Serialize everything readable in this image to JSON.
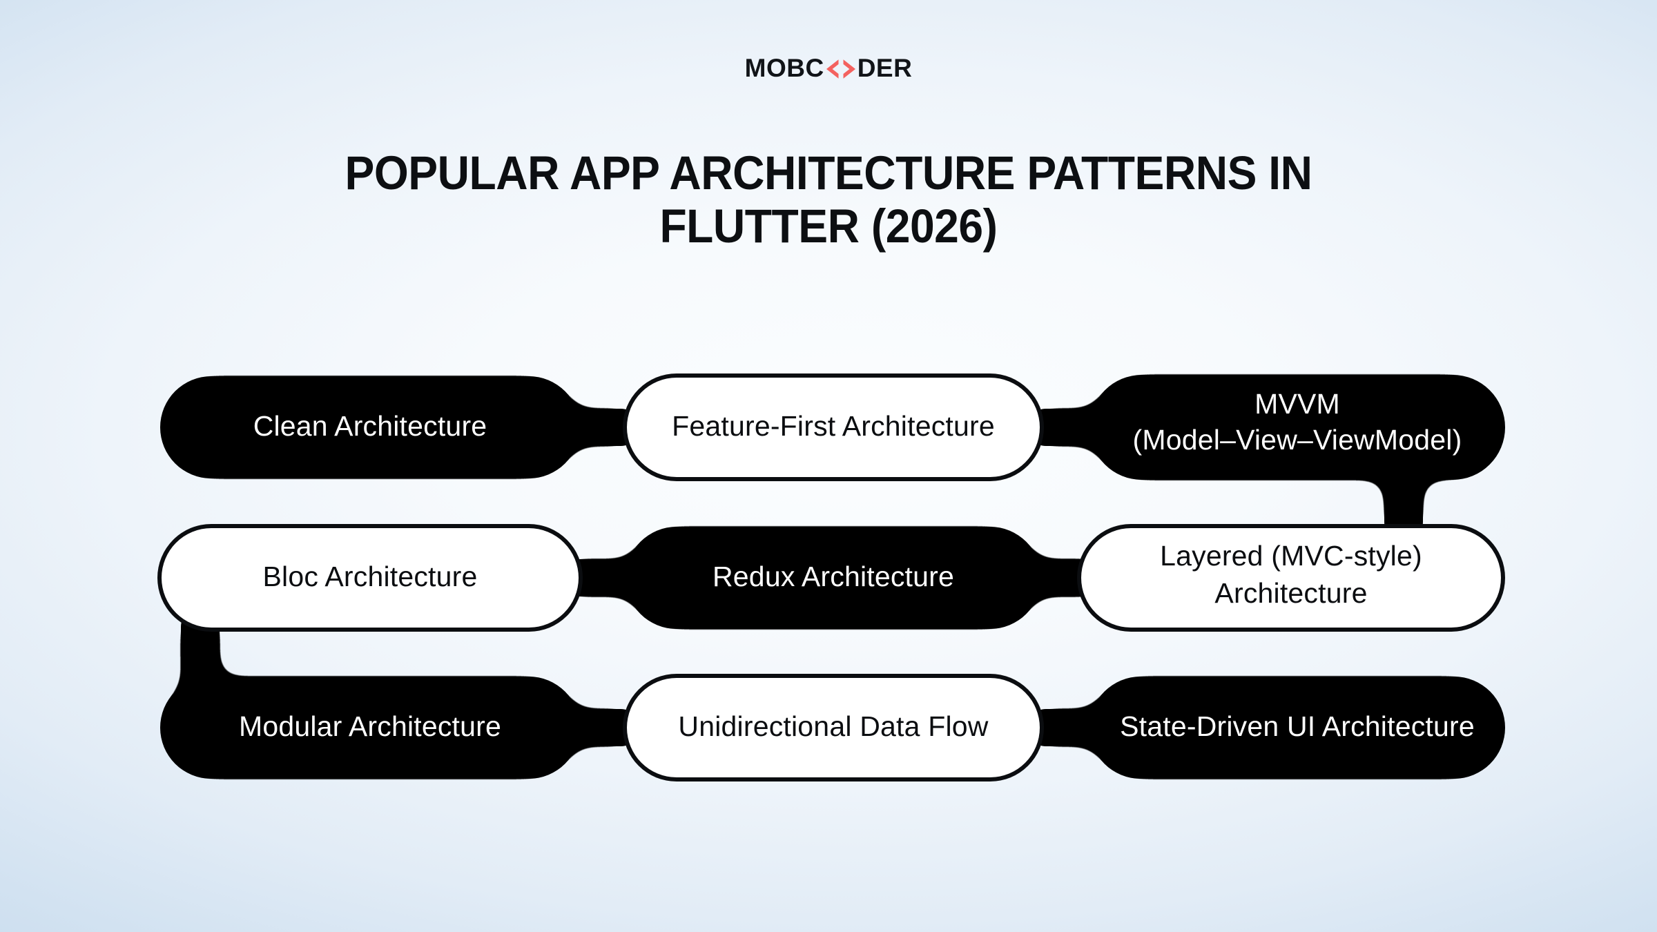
{
  "brand": {
    "name": "MOBCODER",
    "text_before": "MOBC",
    "text_after": "DER",
    "bracket_icon": "code-brackets-icon",
    "bracket_color": "#F4625F",
    "text_color": "#111418"
  },
  "title": {
    "line1": "POPULAR APP ARCHITECTURE PATTERNS IN",
    "line2": "FLUTTER (2026)",
    "full": "POPULAR APP ARCHITECTURE PATTERNS IN FLUTTER (2026)"
  },
  "colors": {
    "dark_fill": "#000000",
    "light_fill": "#FFFFFF",
    "stroke": "#0b0d10",
    "dark_text": "#0b0d10",
    "light_text": "#FFFFFF",
    "background_edge": "#c3d8ec",
    "background_center": "#fbfdfe",
    "accent": "#F4625F"
  },
  "diagram": {
    "type": "connected-pill-grid",
    "rows": 3,
    "columns": 3,
    "nodes": [
      {
        "id": "clean-architecture",
        "label": "Clean Architecture",
        "lines": [
          "Clean Architecture"
        ],
        "row": 1,
        "col": 1,
        "style": "dark"
      },
      {
        "id": "feature-first-architecture",
        "label": "Feature-First Architecture",
        "lines": [
          "Feature-First Architecture"
        ],
        "row": 1,
        "col": 2,
        "style": "light"
      },
      {
        "id": "mvvm",
        "label": "MVVM (Model–View–ViewModel)",
        "lines": [
          "MVVM",
          "(Model–View–ViewModel)"
        ],
        "row": 1,
        "col": 3,
        "style": "dark"
      },
      {
        "id": "bloc-architecture",
        "label": "Bloc Architecture",
        "lines": [
          "Bloc Architecture"
        ],
        "row": 2,
        "col": 1,
        "style": "light"
      },
      {
        "id": "redux-architecture",
        "label": "Redux Architecture",
        "lines": [
          "Redux Architecture"
        ],
        "row": 2,
        "col": 2,
        "style": "dark"
      },
      {
        "id": "layered-mvc-style-architecture",
        "label": "Layered (MVC-style) Architecture",
        "lines": [
          "Layered (MVC-style)",
          "Architecture"
        ],
        "row": 2,
        "col": 3,
        "style": "light"
      },
      {
        "id": "modular-architecture",
        "label": "Modular Architecture",
        "lines": [
          "Modular Architecture"
        ],
        "row": 3,
        "col": 1,
        "style": "dark"
      },
      {
        "id": "unidirectional-data-flow",
        "label": "Unidirectional Data Flow",
        "lines": [
          "Unidirectional Data Flow"
        ],
        "row": 3,
        "col": 2,
        "style": "light"
      },
      {
        "id": "state-driven-ui-architecture",
        "label": "State-Driven UI Architecture",
        "lines": [
          "State-Driven UI Architecture"
        ],
        "row": 3,
        "col": 3,
        "style": "dark"
      }
    ],
    "connectors": [
      {
        "from": "clean-architecture",
        "to": "feature-first-architecture",
        "orientation": "horizontal"
      },
      {
        "from": "feature-first-architecture",
        "to": "mvvm",
        "orientation": "horizontal"
      },
      {
        "from": "mvvm",
        "to": "layered-mvc-style-architecture",
        "orientation": "vertical"
      },
      {
        "from": "bloc-architecture",
        "to": "redux-architecture",
        "orientation": "horizontal"
      },
      {
        "from": "redux-architecture",
        "to": "layered-mvc-style-architecture",
        "orientation": "horizontal"
      },
      {
        "from": "bloc-architecture",
        "to": "modular-architecture",
        "orientation": "vertical"
      },
      {
        "from": "modular-architecture",
        "to": "unidirectional-data-flow",
        "orientation": "horizontal"
      },
      {
        "from": "unidirectional-data-flow",
        "to": "state-driven-ui-architecture",
        "orientation": "horizontal"
      }
    ]
  }
}
